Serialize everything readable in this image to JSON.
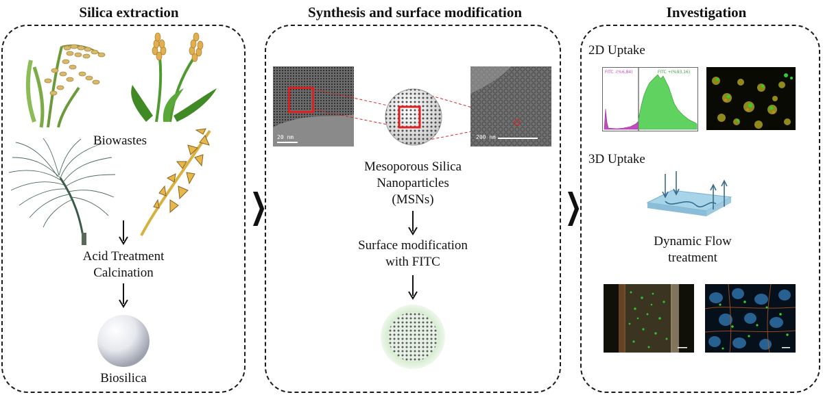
{
  "panels": {
    "extraction": {
      "title": "Silica extraction",
      "biowastes_label": "Biowastes",
      "step_line1": "Acid Treatment",
      "step_line2": "Calcination",
      "product_label": "Biosilica"
    },
    "synthesis": {
      "title": "Synthesis and surface modification",
      "tem_left_scale": "20 nm",
      "tem_right_scale": "200 nm",
      "msn_line1": "Mesoporous Silica",
      "msn_line2": "Nanoparticles",
      "msn_line3": "(MSNs)",
      "mod_line1": "Surface modification",
      "mod_line2": "with FITC"
    },
    "investigation": {
      "title": "Investigation",
      "uptake2d_label": "2D Uptake",
      "flow_neg_label": "FITC -(%6,84)",
      "flow_pos_label": "FITC +(%93,16)",
      "uptake3d_label": "3D Uptake",
      "flow_line1": "Dynamic Flow",
      "flow_line2": "treatment"
    }
  },
  "colors": {
    "dashed_border": "#1a1a1a",
    "zoom_box": "#e02020",
    "fitc_negative": "#c04ac0",
    "fitc_positive": "#5fd25f",
    "channel": "#a8d4ea"
  },
  "icons": [
    "rice-plant-icon",
    "wheat-plant-icon",
    "horsetail-plant-icon",
    "oat-plant-icon",
    "silica-sphere-icon",
    "msn-sphere-icon",
    "fitc-msn-sphere-icon",
    "flow-chip-icon",
    "next-chevron-icon",
    "down-arrow-icon"
  ]
}
